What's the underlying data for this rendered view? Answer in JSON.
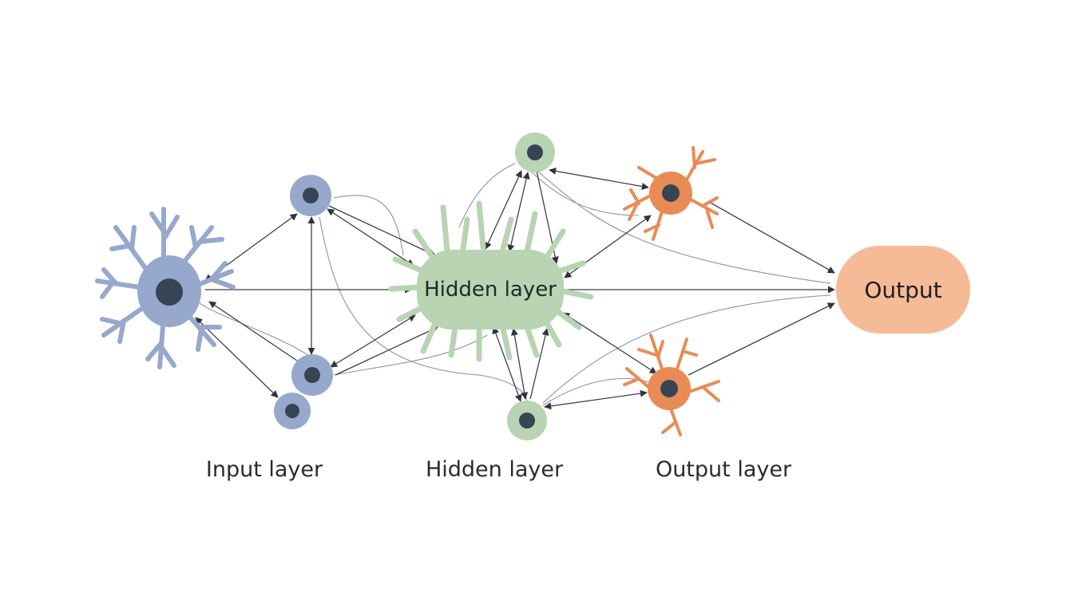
{
  "diagram": {
    "hidden_blob_label": "Hidden layer",
    "output_node_label": "Output",
    "layer_labels": {
      "input": "Input layer",
      "hidden": "Hidden layer",
      "output": "Output layer"
    },
    "colors": {
      "input": "#96a8cc",
      "hidden": "#b8d4b2",
      "output_neuron": "#e98b55",
      "output_node": "#f5bb96",
      "nucleus": "#364454",
      "edge": "#3a3f4a"
    }
  }
}
